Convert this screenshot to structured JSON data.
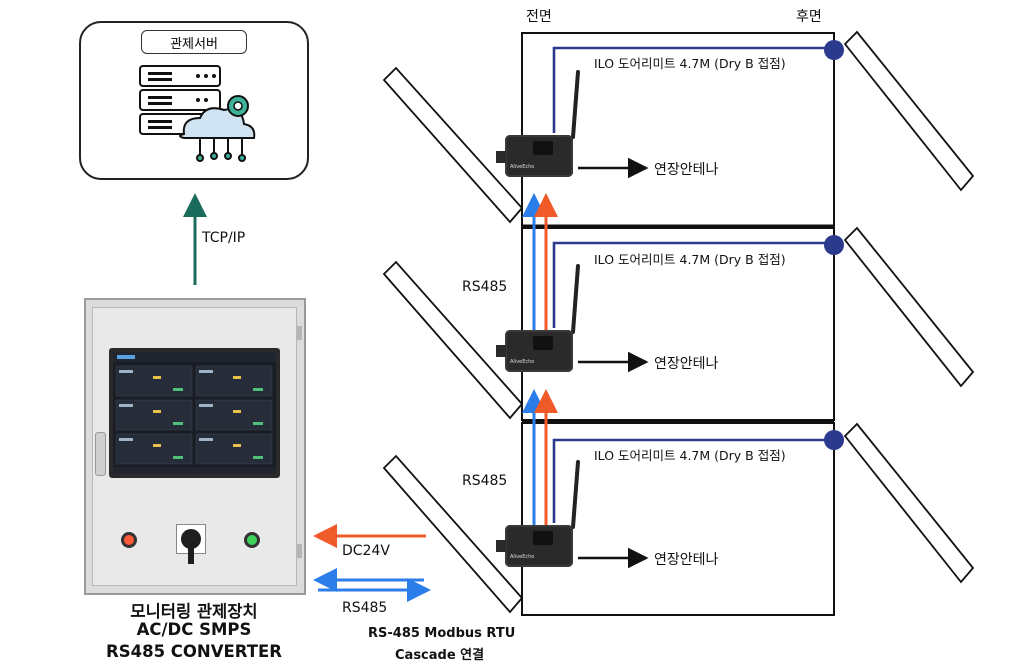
{
  "server": {
    "title": "관제서버"
  },
  "link_top": {
    "label": "TCP/IP"
  },
  "cabinet": {
    "caption_line1": "모니터링 관제장치",
    "caption_line2": "AC/DC SMPS",
    "caption_line3": "RS485 CONVERTER"
  },
  "power": {
    "label": "DC24V"
  },
  "bus": {
    "label": "RS485",
    "caption_line1": "RS-485 Modbus RTU",
    "caption_line2": "Cascade 연결"
  },
  "view_labels": {
    "front": "전면",
    "rear": "후면"
  },
  "panels": [
    {
      "sensor_label": "ILO 도어리미트 4.7M (Dry B 접점)",
      "antenna_label": "연장안테나",
      "device_brand": "AliveEcho"
    },
    {
      "sensor_label": "ILO 도어리미트 4.7M (Dry B 접점)",
      "antenna_label": "연장안테나",
      "device_brand": "AliveEcho",
      "rs485_label": "RS485"
    },
    {
      "sensor_label": "ILO 도어리미트 4.7M (Dry B 접점)",
      "antenna_label": "연장안테나",
      "device_brand": "AliveEcho",
      "rs485_label": "RS485"
    }
  ],
  "colors": {
    "tcp": "#1b6b5c",
    "power": "#f05a28",
    "rs485": "#2b7de9",
    "sensor": "#2b3a8c"
  }
}
